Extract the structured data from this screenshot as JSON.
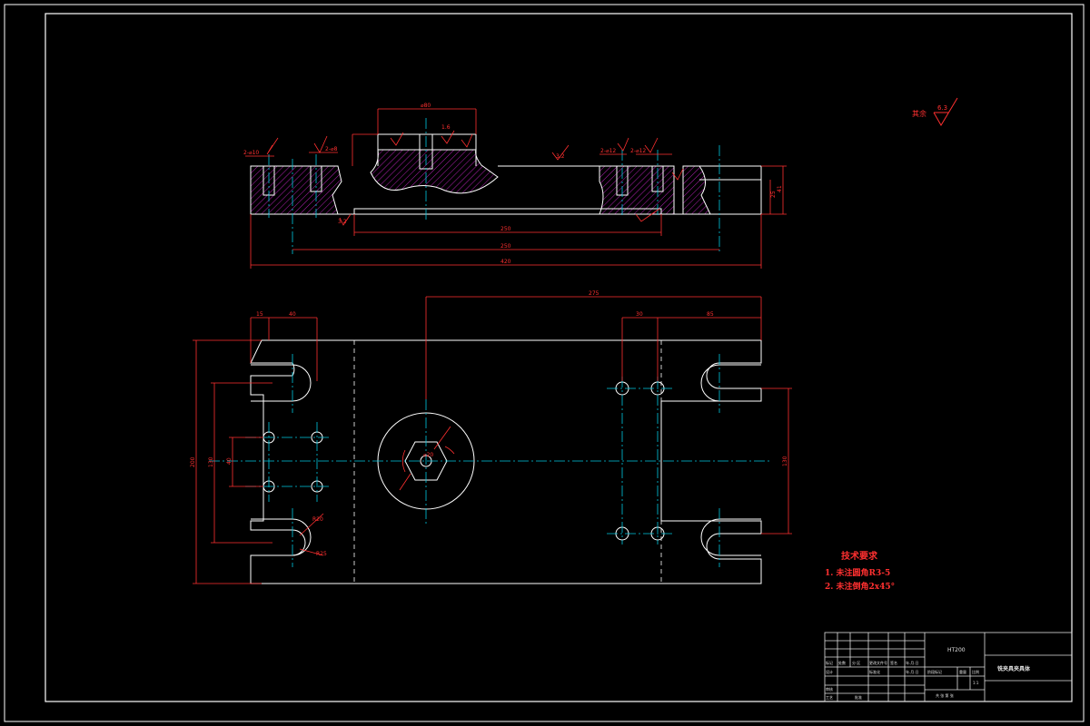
{
  "colors": {
    "background": "#000000",
    "outline": "#ffffff",
    "dimension": "#ff3030",
    "centerline": "#00c8e0",
    "hatch": "#b020b0",
    "titleblock": "#e0e0e0"
  },
  "top_view": {
    "dimensions": {
      "bore": "⌀80",
      "overall_length": "420",
      "hole_span": "250",
      "slot_span": "250",
      "height": "41",
      "thickness": "25",
      "left_holes": "2-⌀10",
      "left_holes_2": "2-⌀8",
      "right_holes": "2-⌀12",
      "right_holes_2": "2-⌀12",
      "roughness_a": "3.2",
      "roughness_b": "1.6",
      "roughness_c": "3.2"
    }
  },
  "plan_view": {
    "dimensions": {
      "d15": "15",
      "d40": "40",
      "d275": "275",
      "d30": "30",
      "d85": "85",
      "height_total": "200",
      "height_inner": "130",
      "height_40": "40",
      "right_height": "130",
      "u_slot_radius": "R20",
      "u_slot_radius_2": "R25",
      "bore_label": "⌀20"
    }
  },
  "surface_note": {
    "label": "其余",
    "value": "6.3"
  },
  "tech_requirements": {
    "title": "技术要求",
    "items": [
      "1. 未注圆角R3-5",
      "2. 未注倒角2x45°"
    ]
  },
  "title_block": {
    "material": "HT200",
    "drawing_name": "铣夹具夹具体",
    "cells": {
      "mark": "标记",
      "count": "处数",
      "zone": "分 区",
      "change_doc": "更改文件号",
      "sign": "签名",
      "date": "年.月.日",
      "design": "设计",
      "standardize": "标准化",
      "stage_mark": "阶段标记",
      "weight": "重量",
      "scale": "比例",
      "scale_value": "1:1",
      "review": "审核",
      "process": "工艺",
      "approve": "批准",
      "sheet_info": "共  张  第  张"
    }
  }
}
